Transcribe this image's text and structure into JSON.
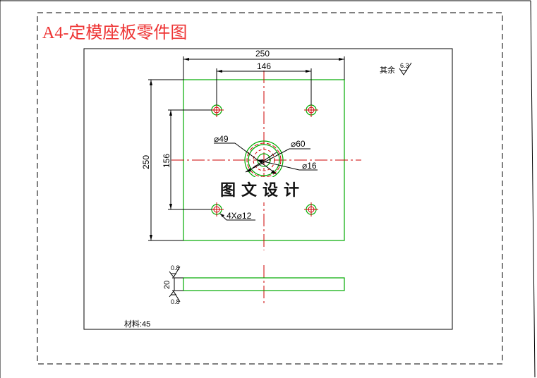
{
  "title": "A4-定模座板零件图",
  "dims": {
    "width_250": "250",
    "hole_spacing_146": "146",
    "height_250": "250",
    "hole_spacing_156": "156",
    "dia_49": "⌀49",
    "dia_60": "⌀60",
    "dia_16": "⌀16",
    "holes": "4X⌀12",
    "thickness": "20"
  },
  "roughness": {
    "general_label": "其余",
    "general_value": "6.3",
    "top_value": "0.8",
    "bottom_value": "0.8"
  },
  "watermark": "图文设计",
  "material": "材料:45",
  "colors": {
    "outline": "#00aa00",
    "centerline": "#cc0000",
    "dimension": "#000000",
    "title": "#e33333"
  }
}
